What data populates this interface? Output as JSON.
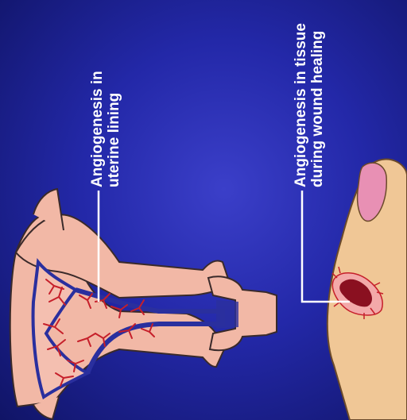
{
  "labels": {
    "uterine": {
      "line1": "Angiogenesis in",
      "line2": "uterine lining"
    },
    "wound": {
      "line1": "Angiogenesis in tissue",
      "line2": "during wound healing"
    }
  },
  "credit": "",
  "colors": {
    "background": "#2328a8",
    "tissue": "#f2b8a6",
    "tissue_outline": "#3a2a2a",
    "vessel": "#c61f2a",
    "skin": "#f0c796",
    "nail": "#e890b4",
    "wound": "#8a1020",
    "leader_line": "#ffffff"
  }
}
